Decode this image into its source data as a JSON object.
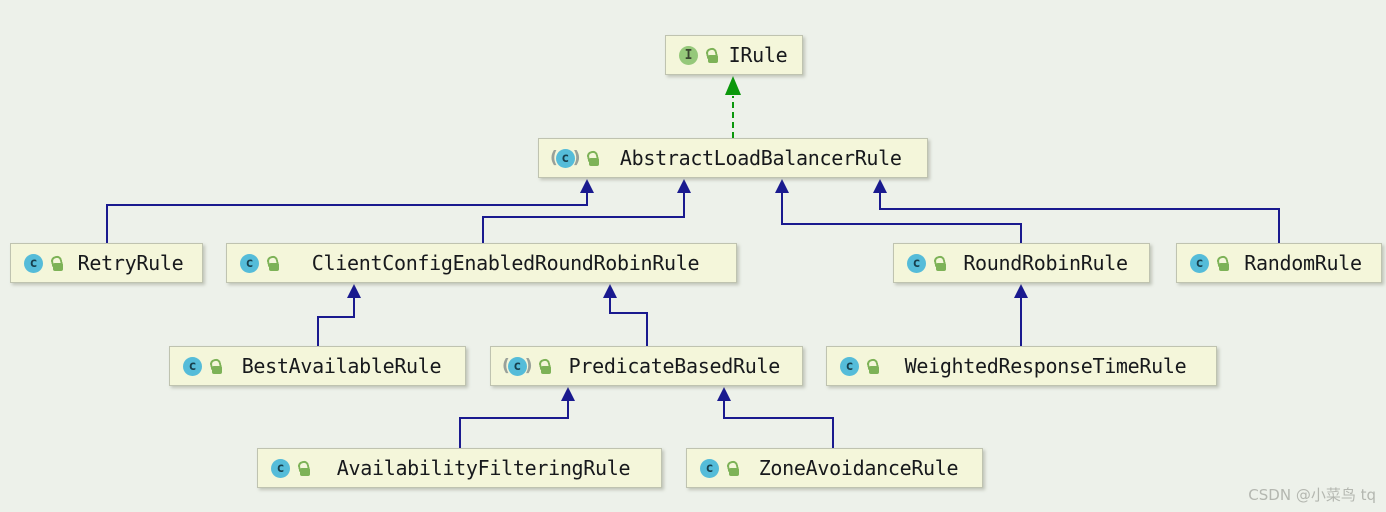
{
  "watermark": "CSDN @小菜鸟 tq",
  "icons": {
    "interface_letter": "I",
    "class_letter": "c",
    "paren_open": "(",
    "paren_close": ")"
  },
  "colors": {
    "background": "#edf1ea",
    "node_fill": "#f4f6da",
    "interface_icon_green": "#95c87a",
    "class_icon_cyan": "#55bcd9",
    "lock_green": "#7db257",
    "extends_arrow_navy": "#1a1a8f",
    "implements_arrow_green": "#0b970b"
  },
  "diagram": {
    "nodes": [
      {
        "label": "IRule",
        "kind": "interface",
        "icon_letter": "I",
        "visibility": "public"
      },
      {
        "label": "AbstractLoadBalancerRule",
        "kind": "abstract class",
        "icon_letter": "c",
        "visibility": "public"
      },
      {
        "label": "RetryRule",
        "kind": "class",
        "icon_letter": "c",
        "visibility": "public"
      },
      {
        "label": "ClientConfigEnabledRoundRobinRule",
        "kind": "class",
        "icon_letter": "c",
        "visibility": "public"
      },
      {
        "label": "RoundRobinRule",
        "kind": "class",
        "icon_letter": "c",
        "visibility": "public"
      },
      {
        "label": "RandomRule",
        "kind": "class",
        "icon_letter": "c",
        "visibility": "public"
      },
      {
        "label": "BestAvailableRule",
        "kind": "class",
        "icon_letter": "c",
        "visibility": "public"
      },
      {
        "label": "PredicateBasedRule",
        "kind": "abstract class",
        "icon_letter": "c",
        "visibility": "public"
      },
      {
        "label": "WeightedResponseTimeRule",
        "kind": "class",
        "icon_letter": "c",
        "visibility": "public"
      },
      {
        "label": "AvailabilityFilteringRule",
        "kind": "class",
        "icon_letter": "c",
        "visibility": "public"
      },
      {
        "label": "ZoneAvoidanceRule",
        "kind": "class",
        "icon_letter": "c",
        "visibility": "public"
      }
    ],
    "edges": [
      {
        "from": "AbstractLoadBalancerRule",
        "to": "IRule",
        "relation": "implements"
      },
      {
        "from": "RetryRule",
        "to": "AbstractLoadBalancerRule",
        "relation": "extends"
      },
      {
        "from": "ClientConfigEnabledRoundRobinRule",
        "to": "AbstractLoadBalancerRule",
        "relation": "extends"
      },
      {
        "from": "RoundRobinRule",
        "to": "AbstractLoadBalancerRule",
        "relation": "extends"
      },
      {
        "from": "RandomRule",
        "to": "AbstractLoadBalancerRule",
        "relation": "extends"
      },
      {
        "from": "BestAvailableRule",
        "to": "ClientConfigEnabledRoundRobinRule",
        "relation": "extends"
      },
      {
        "from": "PredicateBasedRule",
        "to": "ClientConfigEnabledRoundRobinRule",
        "relation": "extends"
      },
      {
        "from": "WeightedResponseTimeRule",
        "to": "RoundRobinRule",
        "relation": "extends"
      },
      {
        "from": "AvailabilityFilteringRule",
        "to": "PredicateBasedRule",
        "relation": "extends"
      },
      {
        "from": "ZoneAvoidanceRule",
        "to": "PredicateBasedRule",
        "relation": "extends"
      }
    ]
  }
}
